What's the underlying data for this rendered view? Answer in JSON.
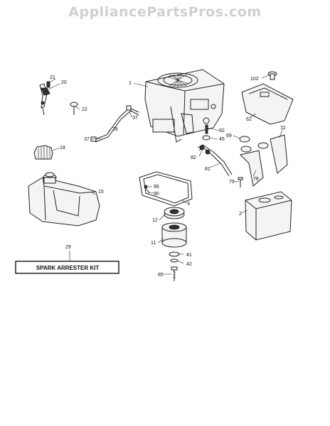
{
  "watermark": "AppliancePartsPros.com",
  "callouts": {
    "p1": "1",
    "p2": "2",
    "p9": "9",
    "p11": "11",
    "p12": "12",
    "p15": "15",
    "p18": "18",
    "p20": "20",
    "p21": "21",
    "p22": "22",
    "p28": "28",
    "p29": "29",
    "p37a": "37",
    "p37b": "37",
    "p41": "41",
    "p42": "42",
    "p45": "45",
    "p62": "62",
    "p69": "69",
    "p71": "71",
    "p78": "78",
    "p79": "79",
    "p81": "81",
    "p82": "82",
    "p85": "85",
    "p90": "90",
    "p92": "92",
    "p95": "95",
    "p102": "102"
  },
  "kit_label": "SPARK ARRESTER KIT"
}
